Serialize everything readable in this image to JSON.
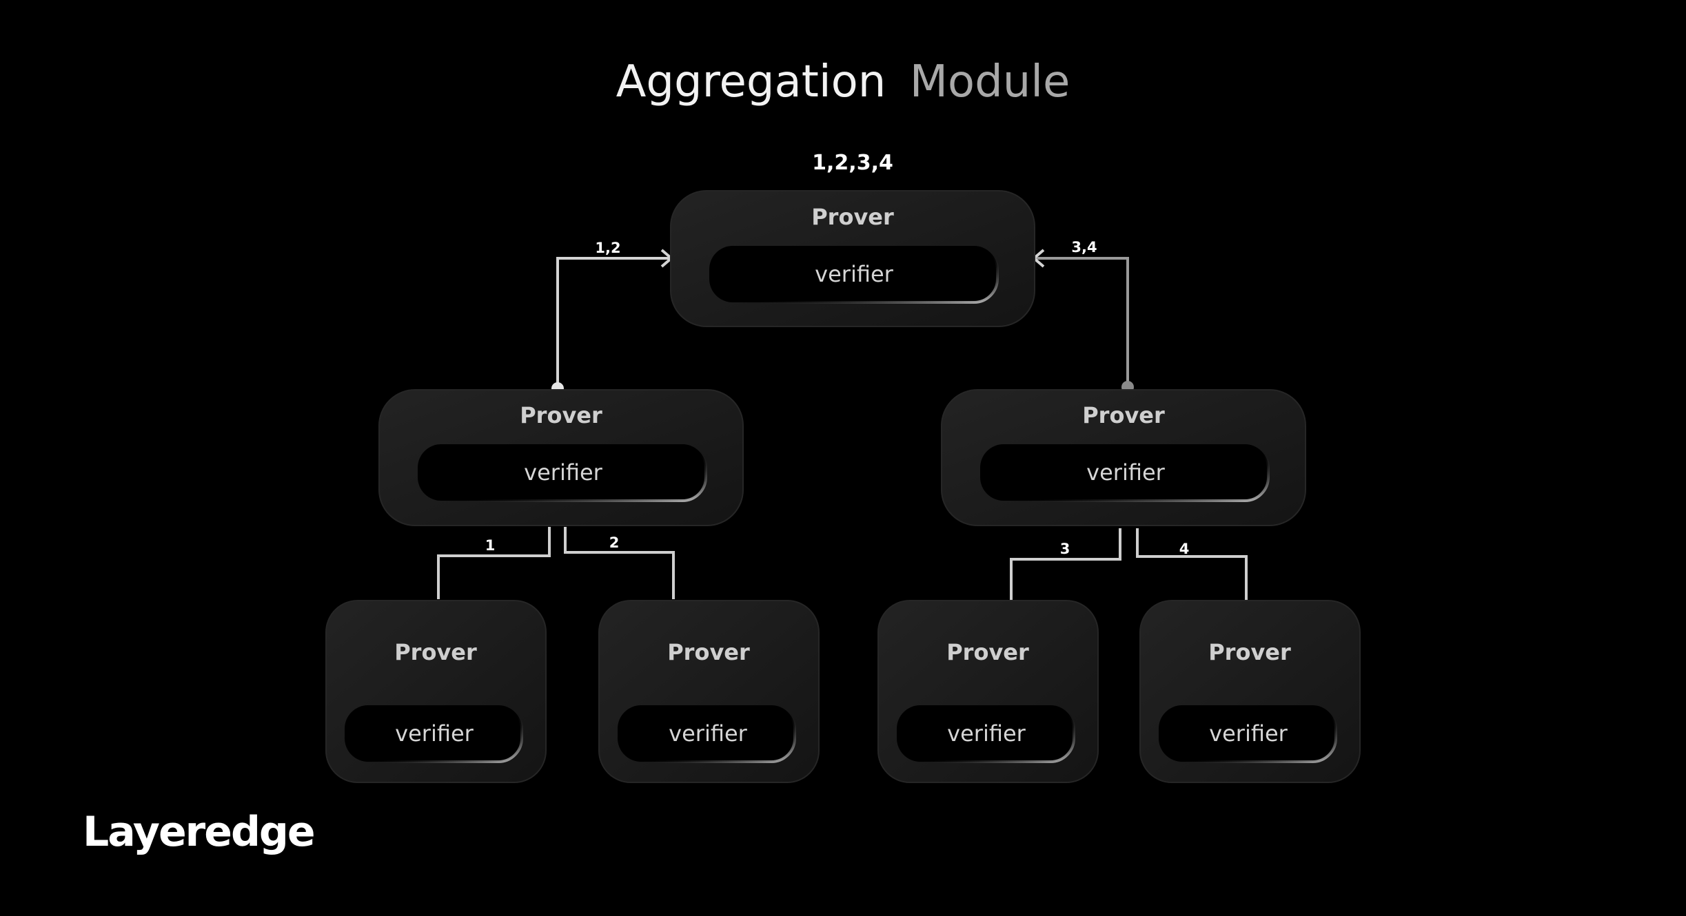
{
  "title": {
    "word1": "Aggregation",
    "word2": "Module"
  },
  "root_label": "1,2,3,4",
  "nodes": [
    {
      "id": "root",
      "title": "Prover",
      "inner": "verifier"
    },
    {
      "id": "mid-left",
      "title": "Prover",
      "inner": "verifier"
    },
    {
      "id": "mid-right",
      "title": "Prover",
      "inner": "verifier"
    },
    {
      "id": "leaf-1",
      "title": "Prover",
      "inner": "verifier"
    },
    {
      "id": "leaf-2",
      "title": "Prover",
      "inner": "verifier"
    },
    {
      "id": "leaf-3",
      "title": "Prover",
      "inner": "verifier"
    },
    {
      "id": "leaf-4",
      "title": "Prover",
      "inner": "verifier"
    }
  ],
  "edges": [
    {
      "from": "mid-left",
      "to": "root",
      "label": "1,2"
    },
    {
      "from": "mid-right",
      "to": "root",
      "label": "3,4"
    },
    {
      "from": "leaf-1",
      "to": "mid-left",
      "label": "1"
    },
    {
      "from": "leaf-2",
      "to": "mid-left",
      "label": "2"
    },
    {
      "from": "leaf-3",
      "to": "mid-right",
      "label": "3"
    },
    {
      "from": "leaf-4",
      "to": "mid-right",
      "label": "4"
    }
  ],
  "logo": {
    "text": "Layeredge"
  },
  "colors": {
    "background": "#000000",
    "node_fill": "#1b1b1b",
    "pill_fill": "#000000",
    "connector": "#cfcfcf",
    "connector_dim": "#9a9a9a"
  }
}
